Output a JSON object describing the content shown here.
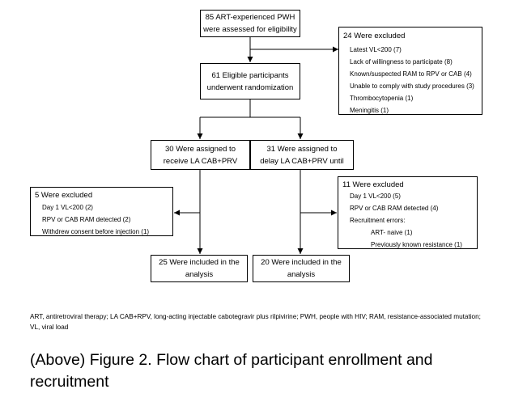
{
  "diagram": {
    "assessed": {
      "line1": "85 ART-experienced PWH",
      "line2": "were assessed for eligibility"
    },
    "excluded_screening": {
      "title": "24 Were excluded",
      "items": [
        "Latest VL<200 (7)",
        "Lack of willingness to participate (8)",
        "Known/suspected RAM to RPV or CAB (4)",
        "Unable to comply with study procedures (3)",
        "Thrombocytopenia (1)",
        "Meningitis (1)"
      ]
    },
    "randomized": {
      "line1": "61 Eligible participants",
      "line2": "underwent randomization"
    },
    "arm_a": {
      "line1": "30 Were assigned to",
      "line2": "receive LA CAB+PRV"
    },
    "arm_b": {
      "line1": "31 Were assigned to",
      "line2": "delay LA CAB+PRV until"
    },
    "excluded_a": {
      "title": "5 Were excluded",
      "items": [
        "Day 1 VL<200 (2)",
        "RPV or CAB RAM detected (2)",
        "Withdrew consent before injection (1)"
      ]
    },
    "excluded_b": {
      "title": "11 Were excluded",
      "items": [
        "Day 1 VL<200 (5)",
        "RPV or CAB RAM detected (4)",
        "Recruitment errors:"
      ],
      "subitems": [
        "ART- naive (1)",
        "Previously known resistance (1)"
      ]
    },
    "analysis_a": {
      "line1": "25 Were included in the",
      "line2": "analysis"
    },
    "analysis_b": {
      "line1": "20 Were included in the",
      "line2": "analysis"
    }
  },
  "footnote": "ART, antiretroviral therapy; LA CAB+RPV, long-acting injectable cabotegravir plus rilpivirine; PWH, people with HIV; RAM, resistance-associated mutation; VL, viral load",
  "caption": "(Above) Figure 2. Flow chart of participant enrollment and recruitment"
}
